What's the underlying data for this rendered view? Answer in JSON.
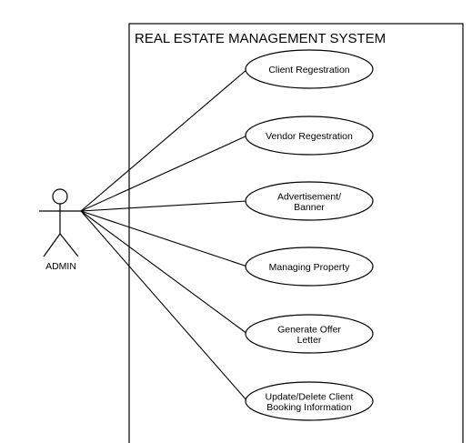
{
  "system": {
    "title": "REAL ESTATE MANAGEMENT SYSTEM"
  },
  "actor": {
    "label": "ADMIN"
  },
  "use_cases": [
    {
      "lines": [
        "Client Regestration"
      ]
    },
    {
      "lines": [
        "Vendor Regestration"
      ]
    },
    {
      "lines": [
        "Advertisement/",
        "Banner"
      ]
    },
    {
      "lines": [
        "Managing Property"
      ]
    },
    {
      "lines": [
        "Generate Offer",
        "Letter"
      ]
    },
    {
      "lines": [
        "Update/Delete Client",
        "Booking Information"
      ]
    }
  ]
}
